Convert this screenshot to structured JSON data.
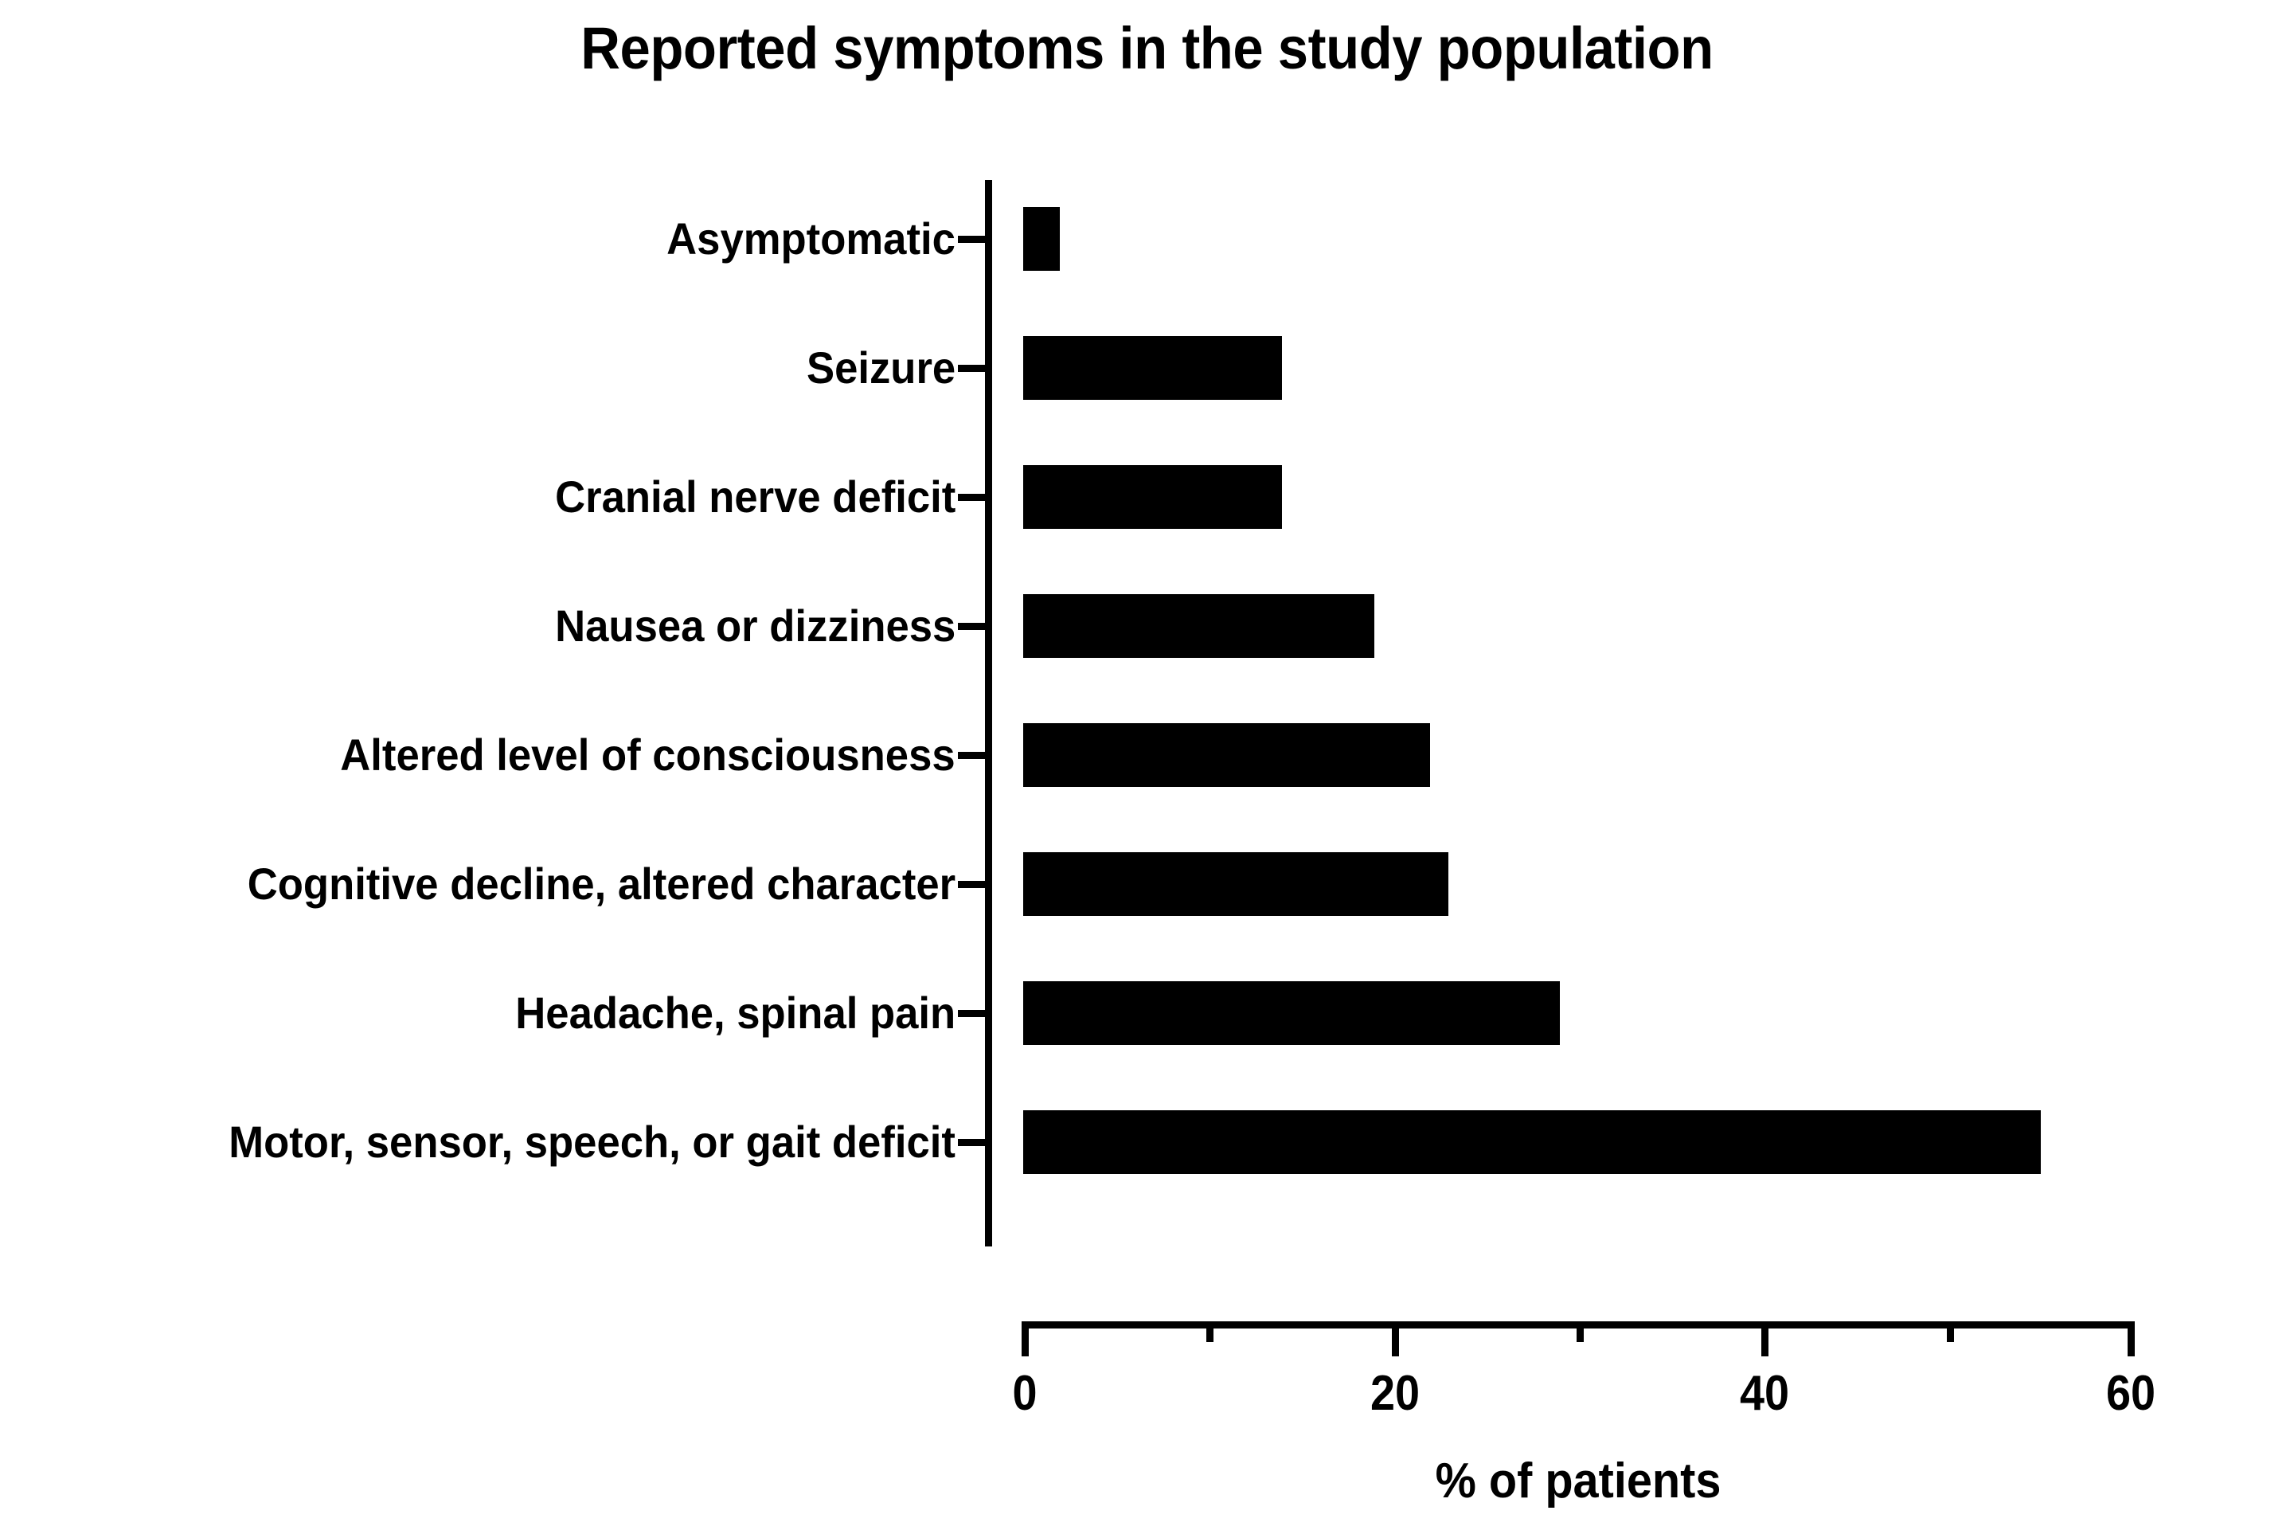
{
  "chart_data": {
    "type": "bar",
    "orientation": "horizontal",
    "title": "Reported symptoms in the study population",
    "xlabel": "% of patients",
    "ylabel": "",
    "categories": [
      "Asymptomatic",
      "Seizure",
      "Cranial nerve deficit",
      "Nausea or dizziness",
      "Altered level of consciousness",
      "Cognitive decline, altered character",
      "Headache, spinal pain",
      "Motor, sensor, speech, or gait deficit"
    ],
    "values": [
      2,
      14,
      14,
      19,
      22,
      23,
      29,
      55
    ],
    "xlim": [
      0,
      60
    ],
    "ylim": null,
    "xticks": [
      0,
      20,
      40,
      60
    ],
    "xtick_labels": [
      "0",
      "20",
      "40",
      "60"
    ],
    "x_minor_ticks": [
      10,
      30,
      50
    ],
    "grid": false,
    "legend": null,
    "bar_color": "#000000",
    "axis_color": "#000000",
    "background_color": "#ffffff"
  }
}
